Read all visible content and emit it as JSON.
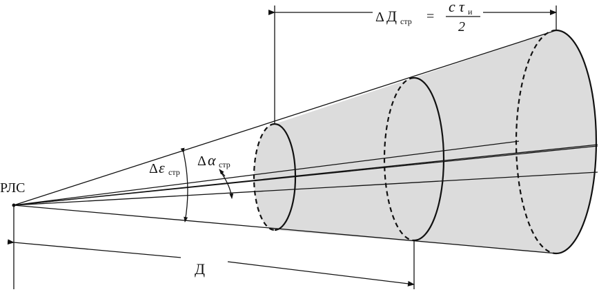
{
  "labels": {
    "radar": "РЛС",
    "range": "Д",
    "delta_epsilon": {
      "delta": "Δ",
      "symbol": "ε",
      "subscript": "стр"
    },
    "delta_alpha": {
      "delta": "Δ",
      "symbol": "α",
      "subscript": "стр"
    },
    "delta_range_formula": {
      "lhs_delta": "Δ",
      "lhs_symbol": "Д",
      "lhs_subscript": "стр",
      "equals": "=",
      "numerator_c": "c",
      "numerator_tau": "τ",
      "numerator_subscript": "и",
      "denominator": "2"
    }
  },
  "colors": {
    "fill": "#dcdcdc",
    "stroke": "#111111",
    "background": "#ffffff"
  }
}
